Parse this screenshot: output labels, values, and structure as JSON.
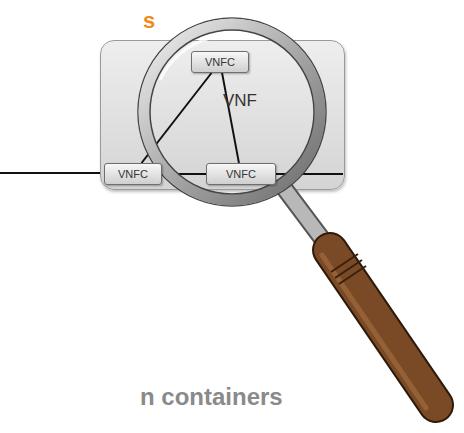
{
  "diagram": {
    "nodes": [
      {
        "text": [
          "VNF"
        ]
      },
      {
        "text": [
          "VNFC"
        ],
        "in": 0
      },
      {
        "text": [
          "VNFC"
        ],
        "in": 0
      },
      {
        "text": [
          "VNFC"
        ],
        "in": 0
      }
    ],
    "edges": [
      {
        "from": 1,
        "to": 2,
        "arrow": "none"
      },
      {
        "from": 1,
        "to": 3,
        "arrow": "none"
      },
      {
        "from": 2,
        "to": 3,
        "arrow": "none"
      }
    ],
    "labels": [
      "s",
      "n containers"
    ]
  }
}
